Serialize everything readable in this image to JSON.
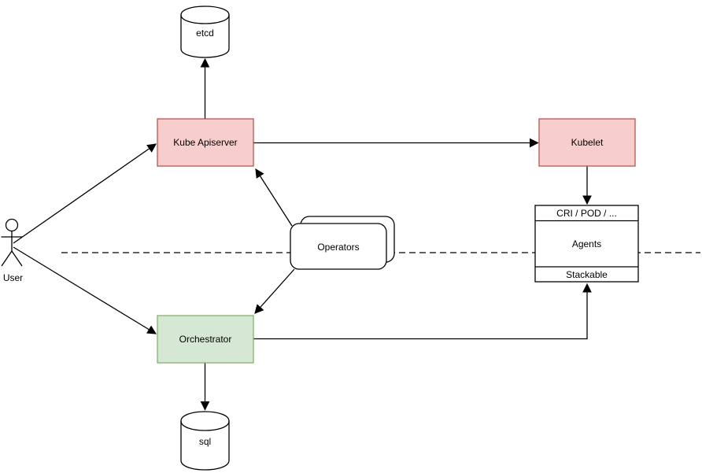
{
  "diagram": {
    "nodes": {
      "user": {
        "label": "User",
        "type": "actor"
      },
      "etcd": {
        "label": "etcd",
        "type": "database-cylinder"
      },
      "sql": {
        "label": "sql",
        "type": "database-cylinder"
      },
      "kube_apiserver": {
        "label": "Kube Apiserver",
        "type": "box",
        "fill": "#f8cecc",
        "stroke": "#b85450"
      },
      "kubelet": {
        "label": "Kubelet",
        "type": "box",
        "fill": "#f8cecc",
        "stroke": "#b85450"
      },
      "orchestrator": {
        "label": "Orchestrator",
        "type": "box",
        "fill": "#d5e8d4",
        "stroke": "#82b366"
      },
      "operators": {
        "label": "Operators",
        "type": "stacked-rounded-box"
      },
      "agents": {
        "header": "CRI / POD / ...",
        "body": "Agents",
        "footer": "Stackable",
        "type": "sectioned-box"
      }
    },
    "edges": [
      {
        "from": "user",
        "to": "kube_apiserver",
        "arrow": "end"
      },
      {
        "from": "user",
        "to": "orchestrator",
        "arrow": "end"
      },
      {
        "from": "kube_apiserver",
        "to": "etcd",
        "arrow": "end"
      },
      {
        "from": "kube_apiserver",
        "to": "kubelet",
        "arrow": "end"
      },
      {
        "from": "kubelet",
        "to": "agents",
        "arrow": "end"
      },
      {
        "from": "operators",
        "to": "kube_apiserver",
        "arrow": "end"
      },
      {
        "from": "operators",
        "to": "orchestrator",
        "arrow": "end"
      },
      {
        "from": "orchestrator",
        "to": "sql",
        "arrow": "end"
      },
      {
        "from": "orchestrator",
        "to": "agents.footer",
        "arrow": "end"
      },
      {
        "name": "plane-boundary",
        "style": "dashed-horizontal",
        "arrow": "none"
      }
    ],
    "colors": {
      "pink_fill": "#f8cecc",
      "pink_stroke": "#b85450",
      "green_fill": "#d5e8d4",
      "green_stroke": "#82b366",
      "plain_fill": "#ffffff",
      "line": "#000000",
      "background": "#ffffff"
    }
  }
}
